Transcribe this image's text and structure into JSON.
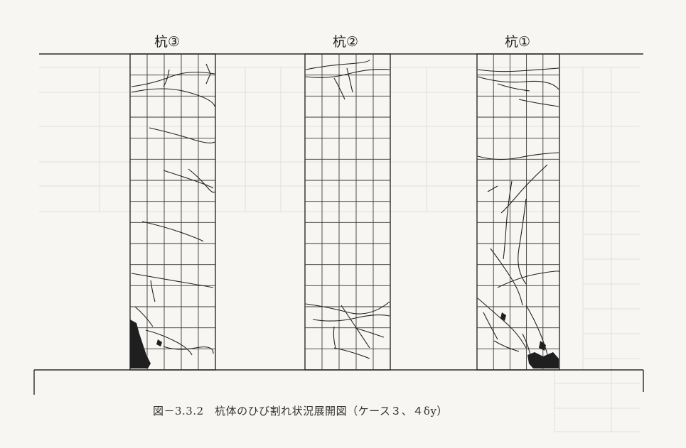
{
  "figure": {
    "pile_labels": [
      "杭③",
      "杭②",
      "杭①"
    ],
    "caption": "図－3.3.2　杭体のひび割れ状況展開図（ケース３、４δy）"
  }
}
